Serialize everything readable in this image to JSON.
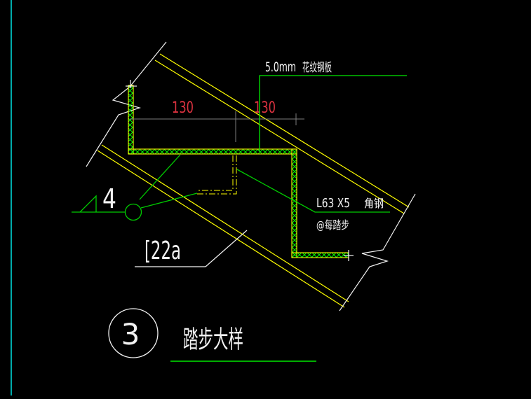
{
  "canvas": {
    "background": "#000000",
    "type_hint": "CAD stair tread detail drawing"
  },
  "colors": {
    "frame_cyan": "#00e5e5",
    "steel_yellow": "#ffff00",
    "leader_green": "#00cc00",
    "underline_green": "#00e800",
    "hatch_green": "#00ff00",
    "text_white": "#f2f2f2",
    "dim_red": "#dd3340",
    "dim_gray": "#7d7d7d"
  },
  "detail": {
    "number": "3",
    "title": "踏步大样"
  },
  "dimensions": {
    "values": [
      "130",
      "130"
    ]
  },
  "notes": {
    "plate_size": "5.0mm",
    "plate_name": "花纹钢板",
    "angle_size": "L63 X5",
    "angle_name": "角钢",
    "angle_spacing": "@每踏步",
    "channel": "[22a",
    "weld_size": "4"
  }
}
